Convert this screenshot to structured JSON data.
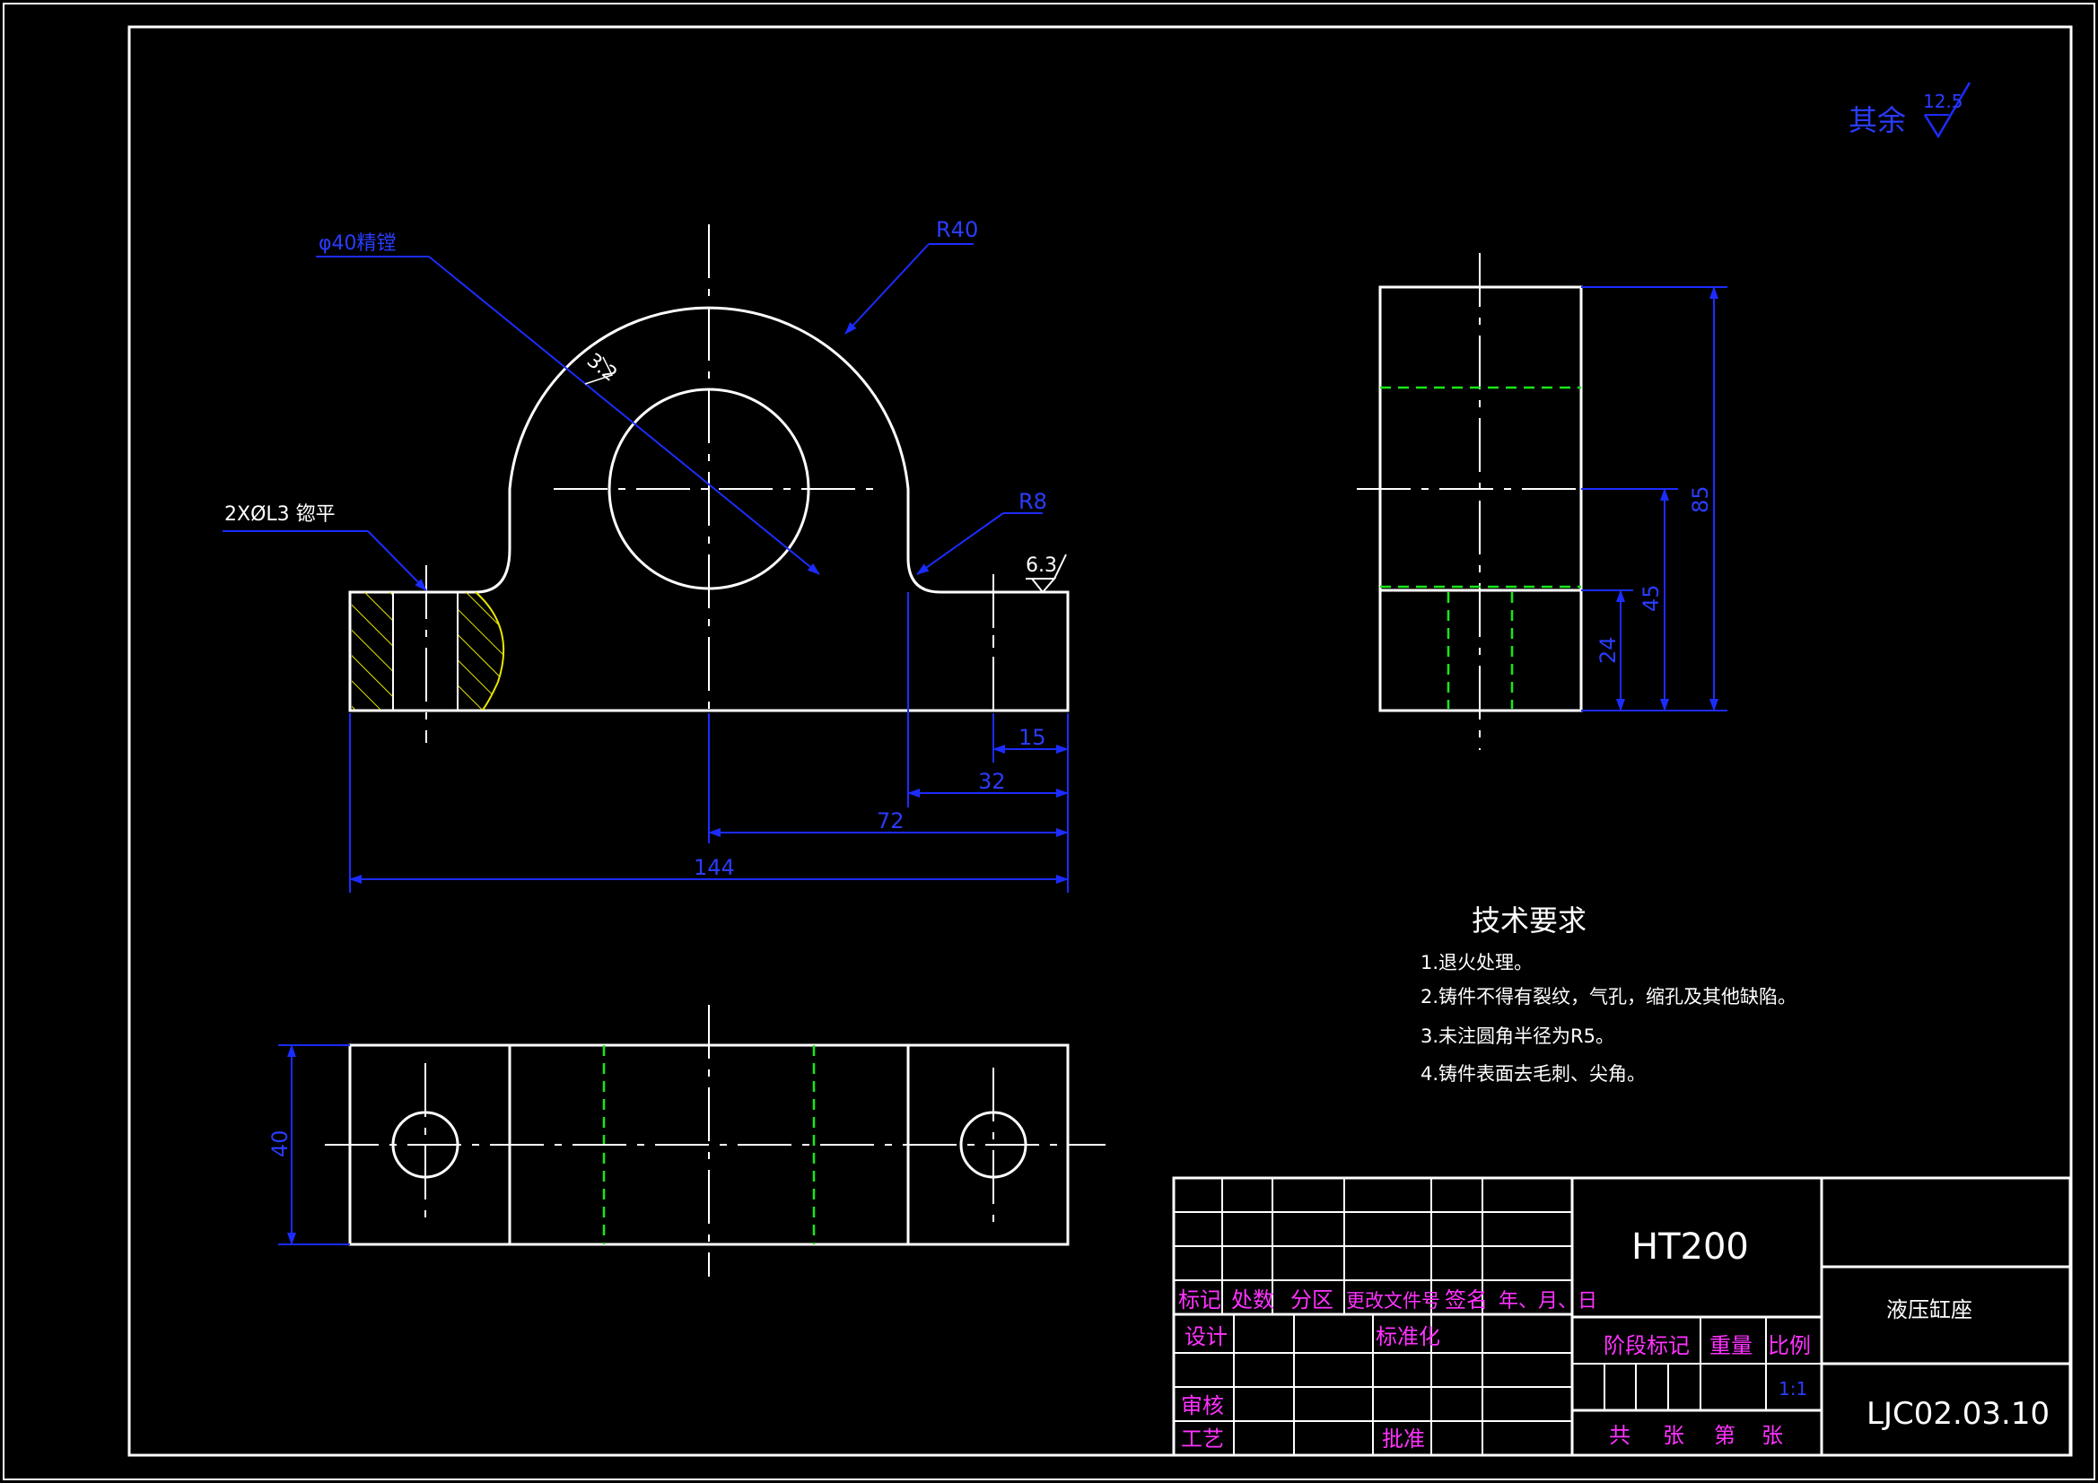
{
  "roughness_note": {
    "label": "其余",
    "value": "12.5"
  },
  "front_view": {
    "bore_label": "φ40精镗",
    "bore_roughness": "3.2",
    "arc_radius": "R40",
    "hole_label": "2XØL3  锪平",
    "fillet_radius": "R8",
    "face_roughness": "6.3",
    "dims": {
      "d15": "15",
      "d32": "32",
      "d72": "72",
      "d144": "144"
    }
  },
  "side_view": {
    "dims": {
      "d85": "85",
      "d45": "45",
      "d24": "24"
    }
  },
  "top_view": {
    "dims": {
      "d40": "40"
    }
  },
  "tech_req": {
    "title": "技术要求",
    "items": [
      "1.退火处理。",
      "2.铸件不得有裂纹，气孔，缩孔及其他缺陷。",
      "3.未注圆角半径为R5。",
      "4.铸件表面去毛刺、尖角。"
    ]
  },
  "title_block": {
    "material": "HT200",
    "part_name": "液压缸座",
    "drawing_no": "LJC02.03.10",
    "scale": "1:1",
    "labels": {
      "mark": "标记",
      "count": "处数",
      "zone": "分区",
      "doc_no": "更改文件号",
      "sign": "签名",
      "date": "年、月、日",
      "design": "设计",
      "standard": "标准化",
      "stage": "阶段标记",
      "weight": "重量",
      "scale": "比例",
      "review": "审核",
      "process": "工艺",
      "approve": "批准",
      "total": "共",
      "sheets": "张",
      "page": "第",
      "sheet": "张"
    }
  },
  "colors": {
    "outline": "#ffffff",
    "dimension": "#1c2cff",
    "hidden": "#18e818",
    "title_text": "#ff33ff",
    "hatch": "#e6e600"
  }
}
